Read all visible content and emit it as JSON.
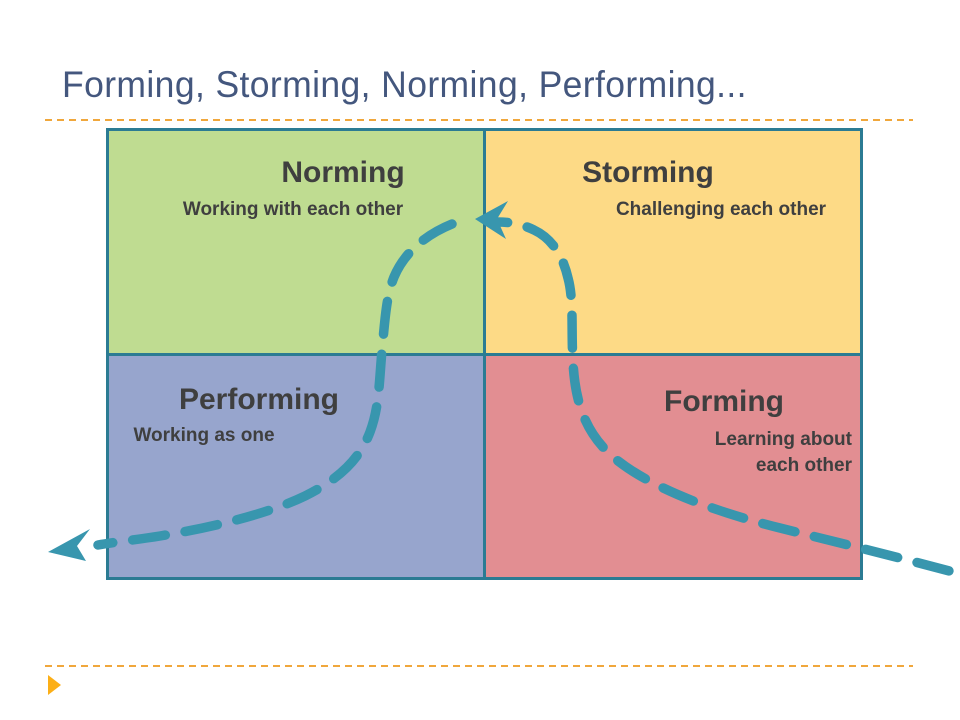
{
  "slide": {
    "title": "Forming, Storming, Norming, Performing...",
    "colors": {
      "teal": "#2B7B93",
      "dash": "#3896AE",
      "gold": "#F0A73C",
      "gold2": "#FCAF17",
      "navy": "#44577E",
      "ink": "#3F3F3F"
    },
    "quadrants": [
      {
        "id": "norming",
        "label": "Norming",
        "sublabel": "Working with each other",
        "color": "#BFDC91",
        "position": "top-left"
      },
      {
        "id": "storming",
        "label": "Storming",
        "sublabel": "Challenging each other",
        "color": "#FDDA86",
        "position": "top-right"
      },
      {
        "id": "performing",
        "label": "Performing",
        "sublabel": "Working as one",
        "color": "#97A5CD",
        "position": "bottom-left"
      },
      {
        "id": "forming",
        "label": "Forming",
        "sublabel": "Learning about each other",
        "color": "#E28E92",
        "position": "bottom-right"
      }
    ],
    "flow": {
      "description": "dashed S-curve cycle arrow",
      "arrowheads": [
        "into-norming-top-center",
        "exit-bottom-left"
      ]
    }
  }
}
